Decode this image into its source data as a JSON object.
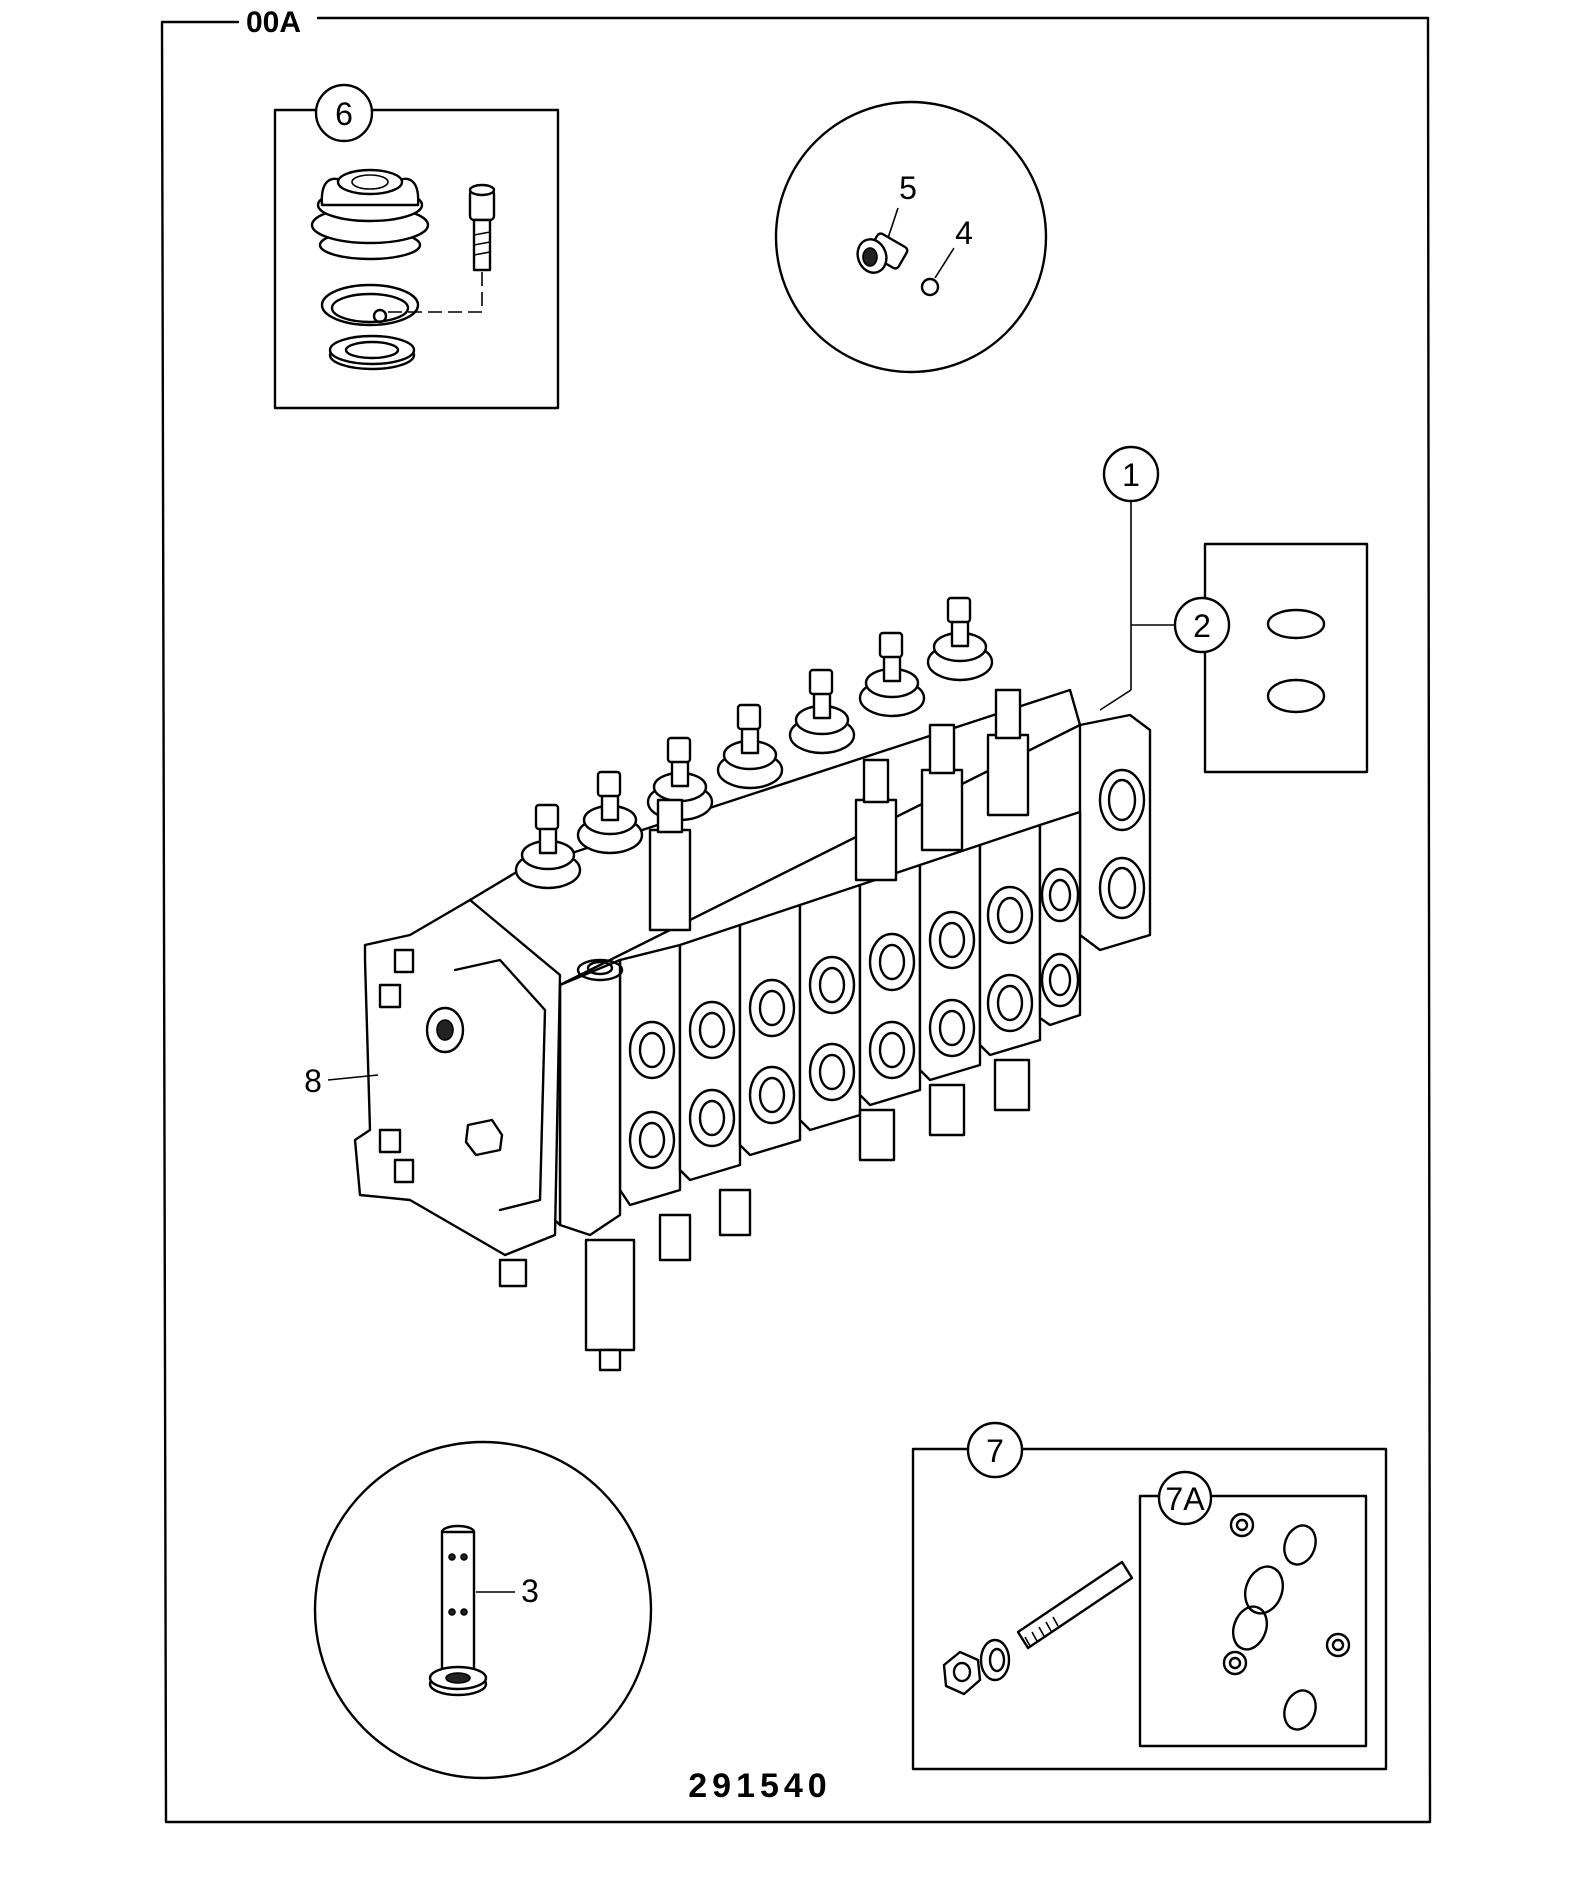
{
  "frame": {
    "code": "00A"
  },
  "figure_number": "291540",
  "callouts": {
    "c1": "1",
    "c2": "2",
    "c3": "3",
    "c4": "4",
    "c5": "5",
    "c6": "6",
    "c7": "7",
    "c7a": "7A",
    "c8": "8"
  }
}
